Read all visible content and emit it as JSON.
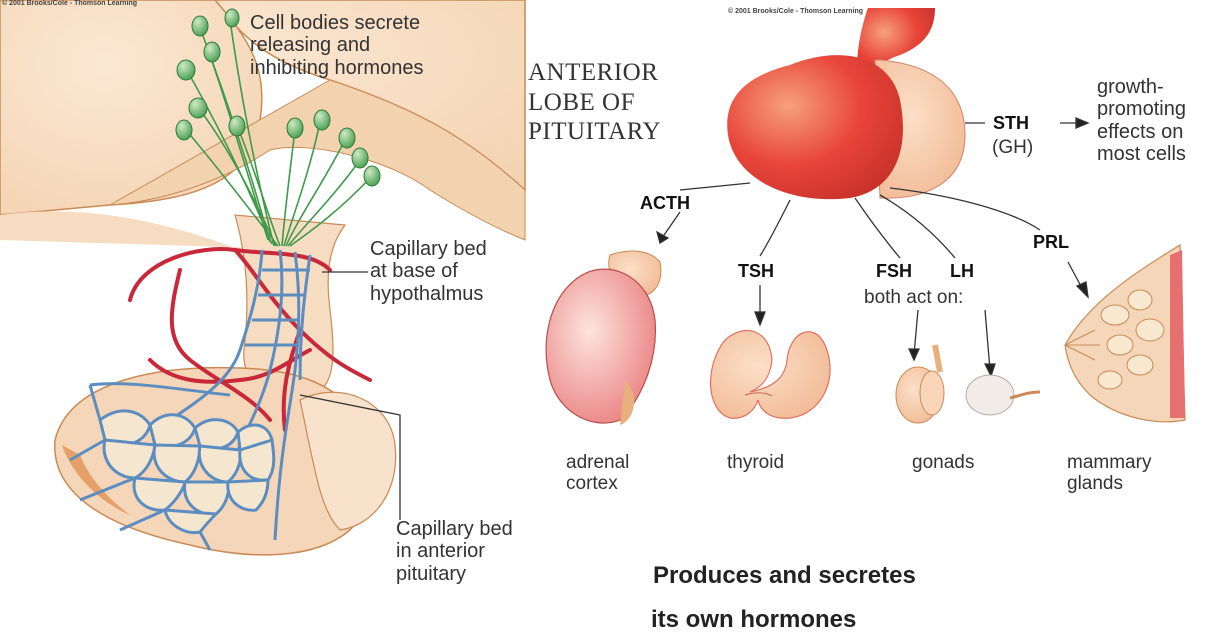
{
  "copyright": {
    "left": "© 2001 Brooks/Cole - Thomson Learning",
    "right": "© 2001 Brooks/Cole - Thomson Learning"
  },
  "labels": {
    "cell_bodies": [
      "Cell bodies secrete",
      "releasing and",
      "inhibiting hormones"
    ],
    "capillary_hypo": [
      "Capillary bed",
      "at base of",
      "hypothalmus"
    ],
    "capillary_ant": [
      "Capillary bed",
      "in anterior",
      "pituitary"
    ],
    "anterior_lobe": [
      "ANTERIOR",
      "LOBE OF",
      "PITUITARY"
    ]
  },
  "hormones": {
    "sth": "STH",
    "gh": "(GH)",
    "acth": "ACTH",
    "tsh": "TSH",
    "fsh": "FSH",
    "lh": "LH",
    "prl": "PRL",
    "both_act_on": "both act on:"
  },
  "growth_effects": [
    "growth-",
    "promoting",
    "effects on",
    "most cells"
  ],
  "targets": {
    "adrenal": [
      "adrenal",
      "cortex"
    ],
    "thyroid": "thyroid",
    "gonads": "gonads",
    "mammary": [
      "mammary",
      "glands"
    ]
  },
  "footer": {
    "line1": "Produces and secretes",
    "line2": "its own hormones"
  },
  "colors": {
    "tissue": "#f6dcc0",
    "tissue_edge": "#c98a55",
    "artery": "#c8283a",
    "capillary": "#5b8dc0",
    "neuron": "#3f9a4a",
    "gland": "#e8453a",
    "gland_light": "#f7c2a0"
  }
}
